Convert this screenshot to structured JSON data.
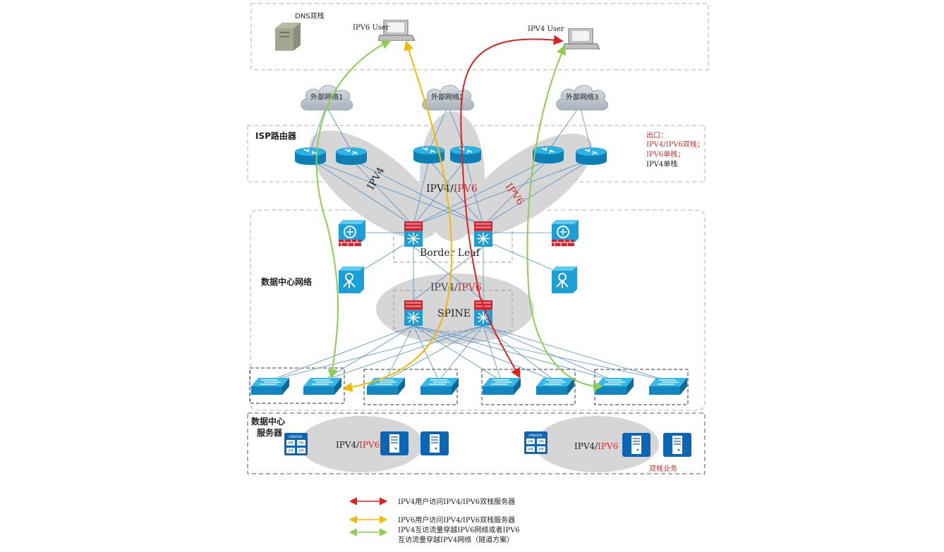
{
  "zones": {
    "dns": "DNS双栈",
    "isp": "ISP路由器",
    "dc_network": "数据中心网络",
    "dc_servers": [
      "数据中心",
      "服务器"
    ]
  },
  "users": {
    "ipv6": "IPV6 User",
    "ipv4": "IPV4 User"
  },
  "clouds": [
    "外部网络1",
    "外部网络2",
    "外部网络3"
  ],
  "egress": {
    "title": "出口：",
    "line1": "IPV4/IPV6双栈；",
    "line2": "IPV6单栈；",
    "line3": "IPV4单栈"
  },
  "paths": {
    "ipv4": "IPV4",
    "ipv6": "IPV6",
    "dual_prefix": "IPV4/",
    "dual_suffix": "IPV6"
  },
  "layers": {
    "border_leaf": "Border Leaf",
    "spine": "SPINE"
  },
  "servers": {
    "dual_stack_business": "双栈业务",
    "vswitch": "vSwitch",
    "vm": "VM"
  },
  "legend": {
    "red": "IPV4用户访问IPV4/IPV6双栈服务器",
    "yellow": "IPV6用户访问IPV4/IPV6双栈服务器",
    "green_line1": "IPV4互访流量穿越IPV6网络或者IPV6",
    "green_line2": "互访流量穿越IPV4网络（隧道方案）"
  },
  "colors": {
    "red": "#e02020",
    "yellow": "#f5b800",
    "green": "#8ccd52",
    "device_blue": "#1a9fd6",
    "device_red": "#c8242f",
    "zone_grey": "#d6d6d6",
    "link_blue": "#4f91c7",
    "dashed_border": "#8a8a8a"
  }
}
